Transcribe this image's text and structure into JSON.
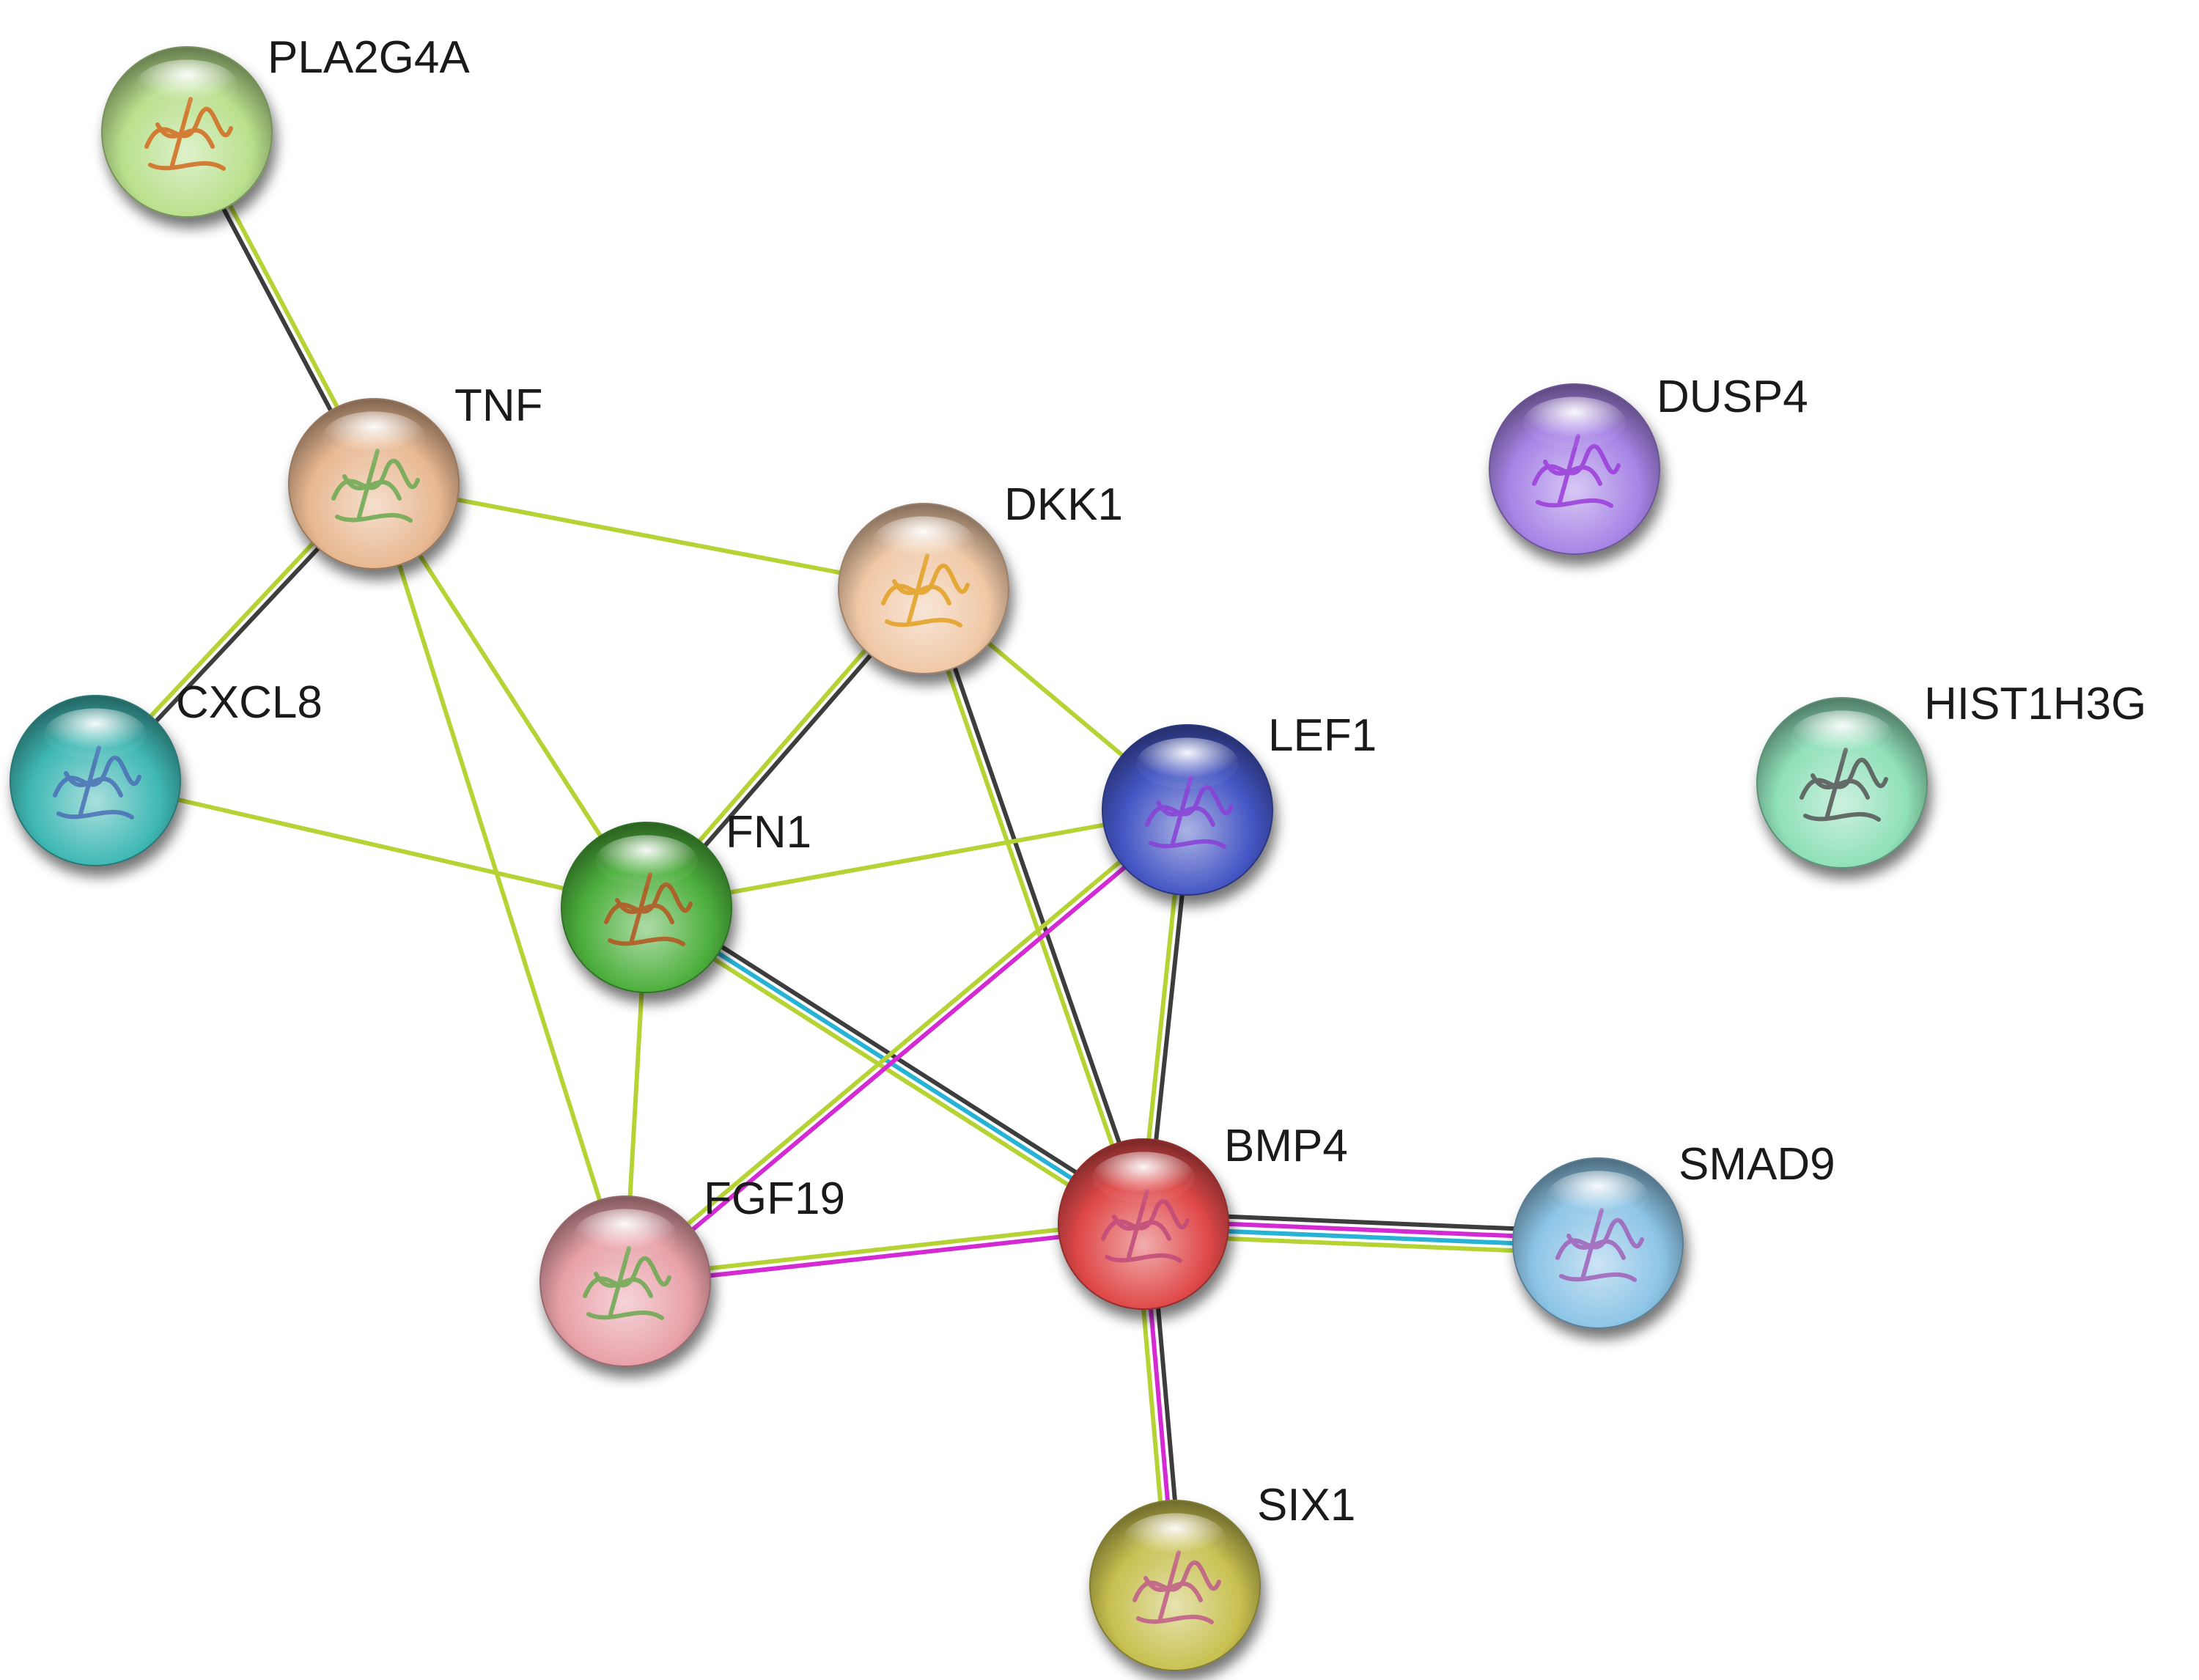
{
  "edge_colors": {
    "textmining": "#b5d334",
    "coexpression": "#3d3d3d",
    "experiments": "#d42ad4",
    "databases": "#27b2d6"
  },
  "nodes": [
    {
      "id": "PLA2G4A",
      "label": "PLA2G4A",
      "color": "#b8e08c",
      "structure_color": "#d2691e"
    },
    {
      "id": "TNF",
      "label": "TNF",
      "color": "#e8b891",
      "structure_color": "#6aa84f"
    },
    {
      "id": "CXCL8",
      "label": "CXCL8",
      "color": "#3fb8b4",
      "structure_color": "#4a6fb5"
    },
    {
      "id": "DKK1",
      "label": "DKK1",
      "color": "#f0c8a6",
      "structure_color": "#e0a020"
    },
    {
      "id": "FN1",
      "label": "FN1",
      "color": "#4caf3c",
      "structure_color": "#b5531f"
    },
    {
      "id": "LEF1",
      "label": "LEF1",
      "color": "#4455c4",
      "structure_color": "#8a3fd6"
    },
    {
      "id": "DUSP4",
      "label": "DUSP4",
      "color": "#a784e6",
      "structure_color": "#9a3cd8"
    },
    {
      "id": "HIST1H3G",
      "label": "HIST1H3G",
      "color": "#8fe0b8",
      "structure_color": "#555555"
    },
    {
      "id": "BMP4",
      "label": "BMP4",
      "color": "#e04848",
      "structure_color": "#c04a7a"
    },
    {
      "id": "FGF19",
      "label": "FGF19",
      "color": "#e8a0a8",
      "structure_color": "#6aa84f"
    },
    {
      "id": "SMAD9",
      "label": "SMAD9",
      "color": "#8cc4e6",
      "structure_color": "#a060b8"
    },
    {
      "id": "SIX1",
      "label": "SIX1",
      "color": "#c8c050",
      "structure_color": "#c05a8a"
    }
  ],
  "edges": [
    {
      "source": "PLA2G4A",
      "target": "TNF",
      "evidence": [
        "textmining",
        "coexpression"
      ]
    },
    {
      "source": "TNF",
      "target": "CXCL8",
      "evidence": [
        "coexpression",
        "textmining"
      ]
    },
    {
      "source": "TNF",
      "target": "DKK1",
      "evidence": [
        "textmining"
      ]
    },
    {
      "source": "TNF",
      "target": "FN1",
      "evidence": [
        "textmining"
      ]
    },
    {
      "source": "TNF",
      "target": "FGF19",
      "evidence": [
        "textmining"
      ]
    },
    {
      "source": "CXCL8",
      "target": "FN1",
      "evidence": [
        "textmining"
      ]
    },
    {
      "source": "DKK1",
      "target": "FN1",
      "evidence": [
        "coexpression",
        "textmining"
      ]
    },
    {
      "source": "DKK1",
      "target": "LEF1",
      "evidence": [
        "textmining"
      ]
    },
    {
      "source": "DKK1",
      "target": "BMP4",
      "evidence": [
        "coexpression",
        "textmining"
      ]
    },
    {
      "source": "FN1",
      "target": "LEF1",
      "evidence": [
        "textmining"
      ]
    },
    {
      "source": "FN1",
      "target": "FGF19",
      "evidence": [
        "textmining"
      ]
    },
    {
      "source": "FN1",
      "target": "BMP4",
      "evidence": [
        "coexpression",
        "databases",
        "textmining"
      ]
    },
    {
      "source": "LEF1",
      "target": "FGF19",
      "evidence": [
        "experiments",
        "textmining"
      ]
    },
    {
      "source": "LEF1",
      "target": "BMP4",
      "evidence": [
        "coexpression",
        "textmining"
      ]
    },
    {
      "source": "FGF19",
      "target": "BMP4",
      "evidence": [
        "textmining",
        "experiments"
      ]
    },
    {
      "source": "BMP4",
      "target": "SMAD9",
      "evidence": [
        "coexpression",
        "experiments",
        "databases",
        "textmining"
      ]
    },
    {
      "source": "BMP4",
      "target": "SIX1",
      "evidence": [
        "coexpression",
        "experiments",
        "textmining"
      ]
    }
  ]
}
